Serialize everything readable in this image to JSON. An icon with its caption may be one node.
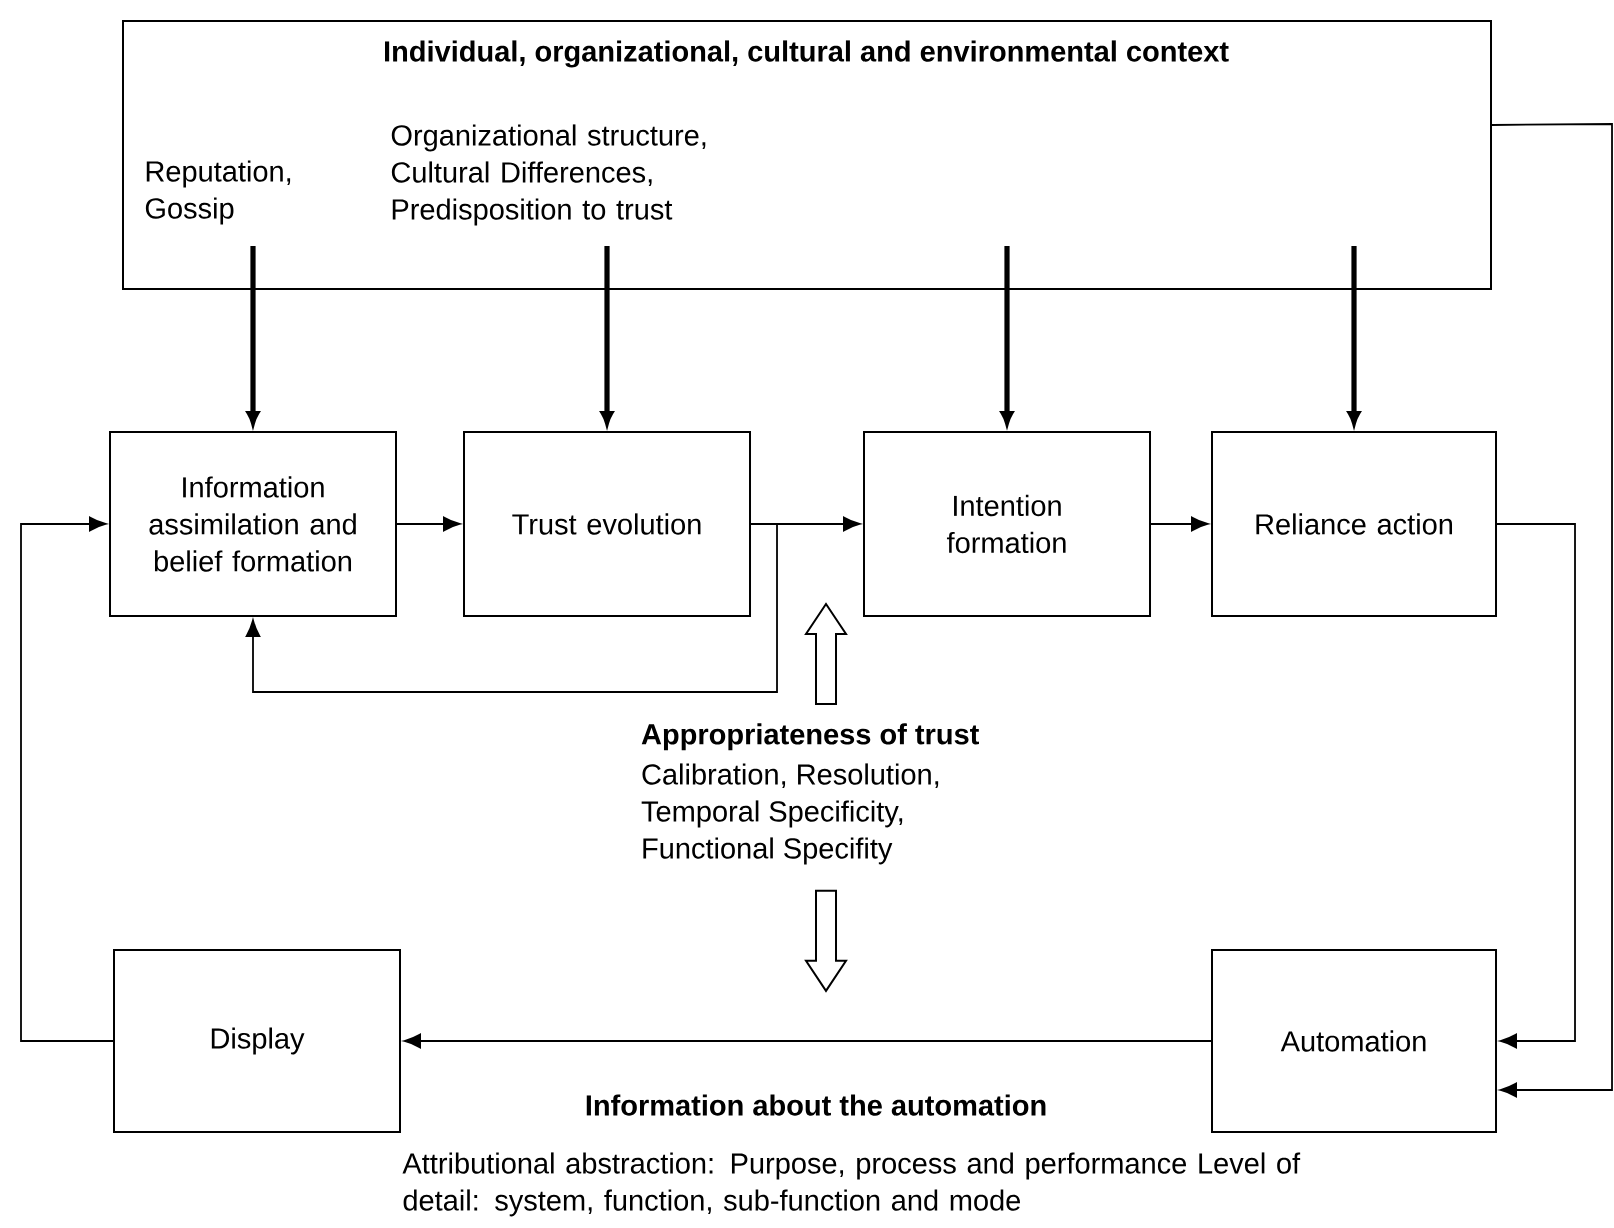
{
  "diagram": {
    "nodes": [
      {
        "text": [
          "Individual, organizational, cultural and environmental context",
          "Reputation, Gossip",
          "Organizational structure, Cultural Differences, Predisposition to trust"
        ]
      },
      {
        "text": [
          "Information assimilation and belief formation"
        ]
      },
      {
        "text": [
          "Trust evolution"
        ]
      },
      {
        "text": [
          "Intention formation"
        ]
      },
      {
        "text": [
          "Reliance action"
        ]
      },
      {
        "text": [
          "Display"
        ]
      },
      {
        "text": [
          "Automation"
        ]
      },
      {
        "text": [
          "Appropriateness of trust",
          "Calibration, Resolution, Temporal Specificity, Functional Specifity"
        ]
      }
    ],
    "edges": [
      {
        "from": 0,
        "to": 1,
        "arrow": "to",
        "style": "thick"
      },
      {
        "from": 0,
        "to": 2,
        "arrow": "to",
        "style": "thick"
      },
      {
        "from": 0,
        "to": 3,
        "arrow": "to",
        "style": "thick"
      },
      {
        "from": 0,
        "to": 4,
        "arrow": "to",
        "style": "thick"
      },
      {
        "from": 1,
        "to": 2,
        "arrow": "to"
      },
      {
        "from": 2,
        "to": 3,
        "arrow": "to"
      },
      {
        "from": 3,
        "to": 4,
        "arrow": "to"
      },
      {
        "from": 2,
        "to": 1,
        "arrow": "to"
      },
      {
        "from": 4,
        "to": 6,
        "arrow": "to"
      },
      {
        "from": 0,
        "to": 6,
        "arrow": "to"
      },
      {
        "from": 6,
        "to": 5,
        "arrow": "to"
      },
      {
        "from": 5,
        "to": 1,
        "arrow": "to"
      },
      {
        "from": 7,
        "to": null,
        "arrow": "to"
      },
      {
        "from": 7,
        "to": null,
        "arrow": "to"
      }
    ],
    "labels": [
      "Information about the automation",
      "Attributional abstraction: Purpose, process and performance Level of detail: system, function, sub-function and mode"
    ]
  }
}
